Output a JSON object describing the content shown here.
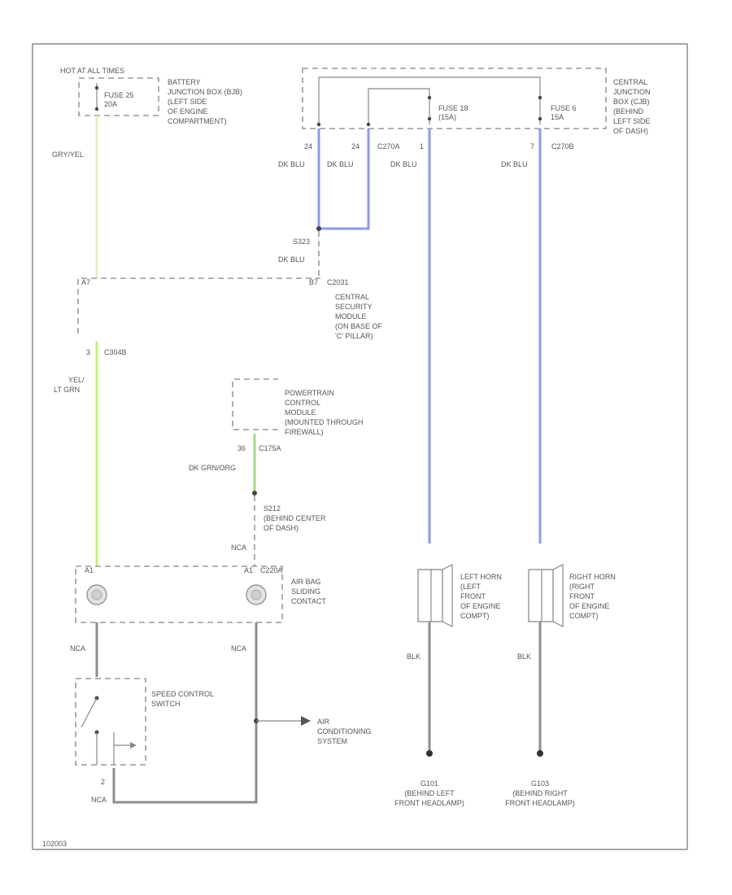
{
  "colors": {
    "yel_lt_grn": "#c6ef7a",
    "gry_yel": "#e4eebc",
    "dk_blu": "#8e9ae8",
    "dk_grn_org": "#a3d98a",
    "nca": "#8c8c8c",
    "blk": "#8c8c8c"
  },
  "top": {
    "hot_label": "HOT AT ALL TIMES",
    "fuse25": [
      "FUSE 25",
      "20A"
    ],
    "bjb": [
      "BATTERY",
      "JUNCTION BOX (BJB)",
      "(LEFT SIDE",
      "OF ENGINE",
      "COMPARTMENT)"
    ],
    "fuse18": [
      "FUSE 18",
      "(15A)"
    ],
    "fuse6": [
      "FUSE 6",
      "15A"
    ],
    "cjb": [
      "CENTRAL",
      "JUNCTION",
      "BOX (CJB)",
      "(BEHIND",
      "LEFT SIDE",
      "OF DASH)"
    ],
    "pin_left_1": "24",
    "pin_left_2": "24",
    "conn_c270a": "C270A",
    "pin_c270a": "1",
    "pin_c270b": "7",
    "conn_c270b": "C270B"
  },
  "wires": {
    "gry_yel": "GRY/YEL",
    "dk_blu_1": "DK BLU",
    "dk_blu_2": "DK BLU",
    "dk_blu_3": "DK BLU",
    "dk_blu_4": "DK BLU",
    "dk_blu_5": "DK BLU",
    "yel_lt_grn": [
      "YEL/",
      "LT GRN"
    ],
    "dk_grn_org": "DK GRN/ORG",
    "nca_1": "NCA",
    "nca_2": "NCA",
    "nca_3": "NCA",
    "nca_4": "NCA",
    "blk_1": "BLK",
    "blk_2": "BLK"
  },
  "splice_s323": "S323",
  "csm": {
    "pin_left": "A7",
    "pin_right": "B7",
    "conn": "C2031",
    "label": [
      "CENTRAL",
      "SECURITY",
      "MODULE",
      "(ON BASE OF",
      "'C' PILLAR)"
    ],
    "pin_c3": "3",
    "conn_c3": "C304B"
  },
  "pcm": {
    "label": [
      "POWERTRAIN",
      "CONTROL",
      "MODULE",
      "(MOUNTED THROUGH",
      "FIREWALL)"
    ],
    "pin": "36",
    "conn": "C175A"
  },
  "s212": [
    "S212",
    "(BEHIND CENTER",
    "OF DASH)"
  ],
  "airbag": {
    "pin_left": "A1",
    "pin_right": "A1",
    "conn": "C220A",
    "label": [
      "AIR BAG",
      "SLIDING",
      "CONTACT"
    ]
  },
  "switch": {
    "label": [
      "SPEED CONTROL",
      "SWITCH"
    ],
    "pin": "2"
  },
  "ac": [
    "AIR",
    "CONDITIONING",
    "SYSTEM"
  ],
  "left_horn": [
    "LEFT HORN",
    "(LEFT",
    "FRONT",
    "OF ENGINE",
    "COMPT)"
  ],
  "right_horn": [
    "RIGHT HORN",
    "(RIGHT",
    "FRONT",
    "OF ENGINE",
    "COMPT)"
  ],
  "g101": [
    "G101",
    "(BEHIND LEFT",
    "FRONT HEADLAMP)"
  ],
  "g103": [
    "G103",
    "(BEHIND RIGHT",
    "FRONT HEADLAMP)"
  ],
  "figure_id": "102003"
}
